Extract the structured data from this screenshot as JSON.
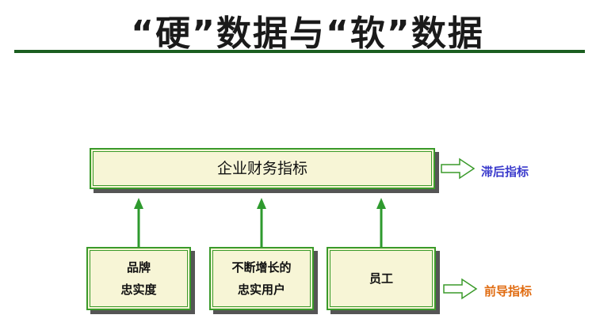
{
  "title": "“硬”数据与“软”数据",
  "diagram": {
    "top_box": "企业财务指标",
    "boxes": [
      {
        "line1": "品牌",
        "line2": "忠实度"
      },
      {
        "line1": "不断增长的",
        "line2": "忠实用户"
      },
      {
        "line1": "员工",
        "line2": ""
      }
    ],
    "lag_label": "滞后指标",
    "lead_label": "前导指标"
  },
  "colors": {
    "box_fill": "#f7f5d6",
    "box_border": "#3a9a2a",
    "arrow_green": "#2e9a2e",
    "lag_label": "#3a3acc",
    "lead_label": "#e06b10"
  }
}
